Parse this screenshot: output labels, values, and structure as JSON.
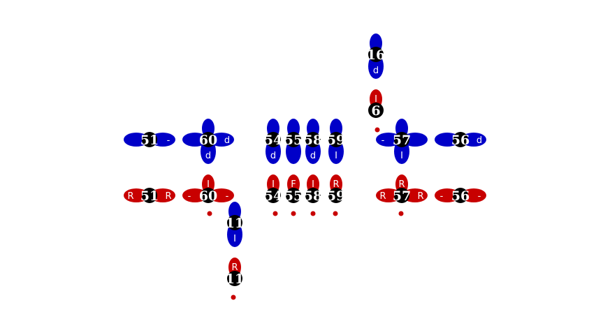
{
  "colors": {
    "blue": "#0000c8",
    "red": "#c80000",
    "marker": "#000000",
    "dot": "#c80000",
    "text": "#ffffff"
  },
  "glyphs": [
    {
      "label": "51",
      "color": "blue",
      "lobes": [
        "left",
        "right"
      ],
      "letters": {
        "right": "-"
      }
    },
    {
      "label": "60",
      "color": "blue",
      "lobes": [
        "left",
        "right",
        "up",
        "down"
      ],
      "letters": {
        "right": "d",
        "down": "d"
      }
    },
    {
      "label": "54",
      "color": "blue",
      "lobes": [
        "up",
        "down"
      ],
      "letters": {
        "down": "d"
      }
    },
    {
      "label": "55",
      "color": "blue",
      "lobes": [
        "up",
        "down"
      ],
      "letters": {}
    },
    {
      "label": "58",
      "color": "blue",
      "lobes": [
        "up",
        "down"
      ],
      "letters": {
        "down": "d"
      }
    },
    {
      "label": "59",
      "color": "blue",
      "lobes": [
        "up",
        "down"
      ],
      "letters": {
        "down": "I"
      }
    },
    {
      "label": "16",
      "color": "blue",
      "lobes": [
        "up",
        "down"
      ],
      "letters": {
        "down": "d"
      }
    },
    {
      "label": "57",
      "color": "blue",
      "lobes": [
        "left",
        "right",
        "up",
        "down"
      ],
      "letters": {
        "left": "-",
        "down": "I"
      }
    },
    {
      "label": "56",
      "color": "blue",
      "lobes": [
        "left",
        "right"
      ],
      "letters": {
        "right": "d"
      }
    },
    {
      "label": "11",
      "color": "blue",
      "lobes": [
        "up",
        "down"
      ],
      "letters": {
        "down": "I"
      }
    },
    {
      "label": "51",
      "color": "red",
      "lobes": [
        "left",
        "right"
      ],
      "letters": {
        "left": "R",
        "right": "R"
      }
    },
    {
      "label": "60",
      "color": "red",
      "lobes": [
        "left",
        "right",
        "up"
      ],
      "letters": {
        "left": "-",
        "right": "-",
        "up": "I"
      }
    },
    {
      "label": "54",
      "color": "red",
      "lobes": [
        "up"
      ],
      "letters": {
        "up": "I"
      }
    },
    {
      "label": "55",
      "color": "red",
      "lobes": [
        "up"
      ],
      "letters": {
        "up": "F"
      }
    },
    {
      "label": "58",
      "color": "red",
      "lobes": [
        "up"
      ],
      "letters": {
        "up": "I"
      }
    },
    {
      "label": "59",
      "color": "red",
      "lobes": [
        "up"
      ],
      "letters": {
        "up": "R"
      }
    },
    {
      "label": "6",
      "color": "red",
      "lobes": [
        "up"
      ],
      "letters": {
        "up": "I"
      }
    },
    {
      "label": "57",
      "color": "red",
      "lobes": [
        "left",
        "right",
        "up"
      ],
      "letters": {
        "left": "R",
        "right": "R",
        "up": "R"
      }
    },
    {
      "label": "56",
      "color": "red",
      "lobes": [
        "left",
        "right"
      ],
      "letters": {
        "left": "-",
        "right": "-"
      }
    },
    {
      "label": "11",
      "color": "red",
      "lobes": [
        "up"
      ],
      "letters": {
        "up": "R"
      }
    }
  ],
  "dot_count": 8
}
